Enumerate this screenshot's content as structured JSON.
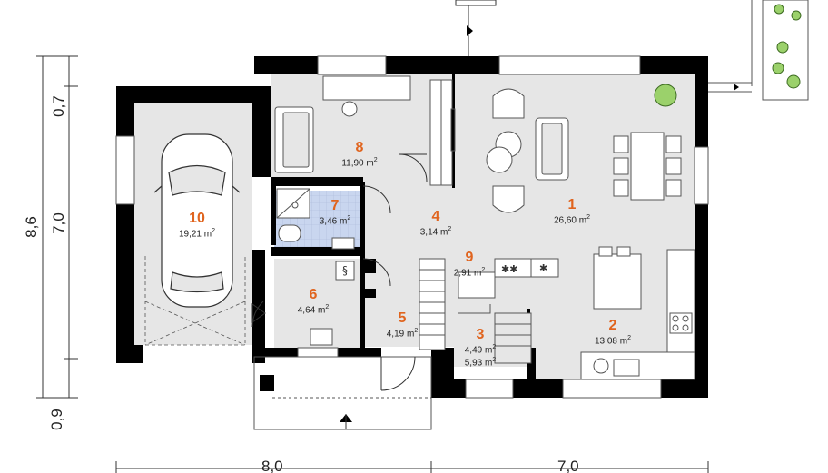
{
  "rooms": [
    {
      "id": "1",
      "area": "26,60",
      "unit": "m",
      "exp": "2"
    },
    {
      "id": "2",
      "area": "13,08",
      "unit": "m",
      "exp": "2"
    },
    {
      "id": "3",
      "area": "4,49",
      "area_b": "5,93",
      "unit": "m",
      "exp": "2"
    },
    {
      "id": "4",
      "area": "3,14",
      "unit": "m",
      "exp": "2"
    },
    {
      "id": "5",
      "area": "4,19",
      "unit": "m",
      "exp": "2"
    },
    {
      "id": "6",
      "area": "4,64",
      "unit": "m",
      "exp": "2"
    },
    {
      "id": "7",
      "area": "3,46",
      "unit": "m",
      "exp": "2"
    },
    {
      "id": "8",
      "area": "11,90",
      "unit": "m",
      "exp": "2"
    },
    {
      "id": "9",
      "area": "2,91",
      "unit": "m",
      "exp": "2"
    },
    {
      "id": "10",
      "area": "19,21",
      "unit": "m",
      "exp": "2"
    }
  ],
  "dimensions": {
    "total_height": "8,6",
    "top_segment": "0,7",
    "main_segment": "7,0",
    "bottom_segment": "0,9",
    "left_width": "8,0",
    "right_width": "7,0"
  },
  "colors": {
    "wall": "#000000",
    "floor": "#e6e6e6",
    "bathroom": "#c9d6ef",
    "room_number": "#e0641e",
    "plant": "#9bd16b"
  }
}
